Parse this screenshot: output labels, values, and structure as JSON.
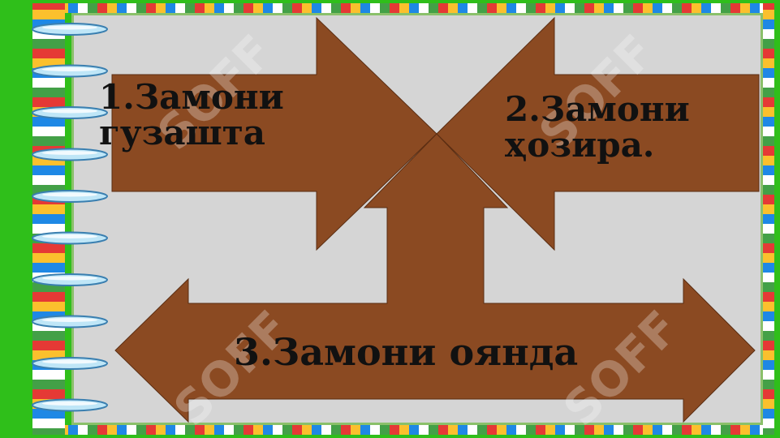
{
  "colors": {
    "background": "#2fbf1a",
    "paper": "#d5d5d5",
    "arrow_fill": "#8b4a22",
    "stripe_colors": [
      "#e53935",
      "#fbc02d",
      "#1e88e5",
      "#43a047",
      "#ffffff"
    ]
  },
  "labels": {
    "past": "1.Замони\nгузашта",
    "present": "2.Замони\nҳозира.",
    "future": "3.Замони оянда"
  },
  "watermark_text": "SOFF",
  "icons": {
    "spiral": "spiral-binding-icon",
    "arrow": "arrow-shape"
  }
}
